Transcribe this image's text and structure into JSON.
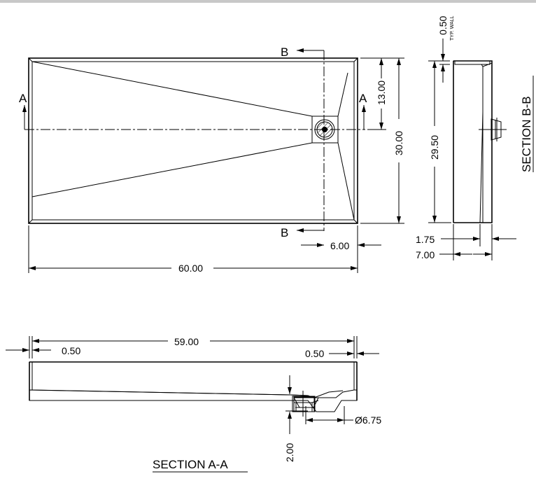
{
  "plan_view": {
    "section_a_left": "A",
    "section_a_right": "A",
    "section_b_top": "B",
    "section_b_bottom": "B",
    "dim_drain_from_top": "13.00",
    "dim_width": "30.00",
    "dim_drain_from_right": "6.00",
    "dim_length": "60.00"
  },
  "section_b": {
    "title": "SECTION B-B",
    "dim_wall": "0.50",
    "wall_note": "TYP. WALL",
    "dim_inner_width": "29.50",
    "dim_slope_depth": "1.75",
    "dim_height": "7.00"
  },
  "section_a": {
    "title": "SECTION A-A",
    "dim_inner_length": "59.00",
    "dim_wall_left": "0.50",
    "dim_wall_right": "0.50",
    "dim_drain_diameter": "Ø6.75",
    "dim_drain_depth": "2.00"
  }
}
